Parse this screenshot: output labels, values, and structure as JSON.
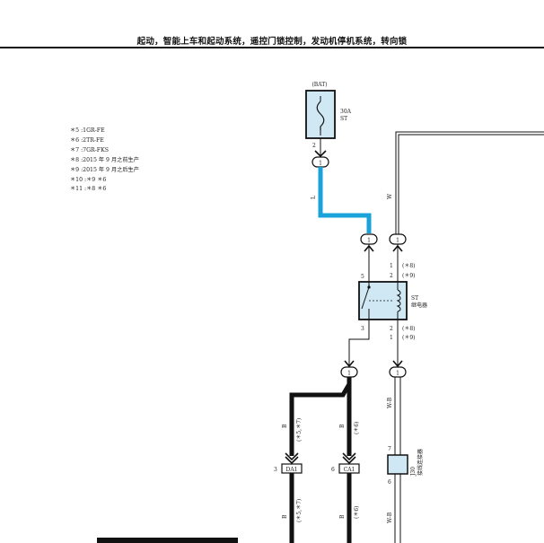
{
  "page": {
    "title": "起动，智能上车和起动系统，遥控门锁控制，发动机停机系统，转向锁"
  },
  "notes": [
    "＊5 :1GR-FE",
    "＊6 :2TR-FE",
    "＊7 :7GR-FKS",
    "＊8 :2015 年 9 月之前生产",
    "＊9 :2015 年 9 月之后生产",
    "＊10 :＊9 ＊6",
    "＊11 :＊8 ＊6"
  ],
  "fuse": {
    "source": "(BAT)",
    "name": "30A",
    "name2": "ST",
    "pin": "2"
  },
  "relay": {
    "name": "ST",
    "name2": "继电器",
    "pin_left_top": "5",
    "pin_left_bottom": "3",
    "pin_r_top_a": "1",
    "pin_r_top_b": "2",
    "pin_r_bot_a": "2",
    "pin_r_bot_b": "1",
    "cond_r_top_a": "(＊8)",
    "cond_r_top_b": "(＊9)",
    "cond_r_bot_a": "(＊8)",
    "cond_r_bot_b": "(＊9)"
  },
  "junction": "1",
  "wires": {
    "fuse_out": "L",
    "right_top": "W",
    "right_mid": "W-B",
    "right_bot": "W-B",
    "left_a": "B",
    "left_a_cond": "(＊5,＊7)",
    "left_b": "B",
    "left_b_cond": "(＊6)",
    "left_a_low": "B",
    "left_a_low_cond": "(＊5,＊7)",
    "left_b_low": "B",
    "left_b_low_cond": "(＊6)"
  },
  "connectors": {
    "da1_pin": "3",
    "da1": "DA1",
    "ca1_pin": "6",
    "ca1": "CA1",
    "j30_pin_top": "7",
    "j30_pin_bot": "6",
    "j30_code": "J30",
    "j30_name": "接线连接器"
  },
  "colors": {
    "highlight_wire": "#1aa3d9",
    "component_fill": "#cfe8f4",
    "line": "#111111"
  }
}
